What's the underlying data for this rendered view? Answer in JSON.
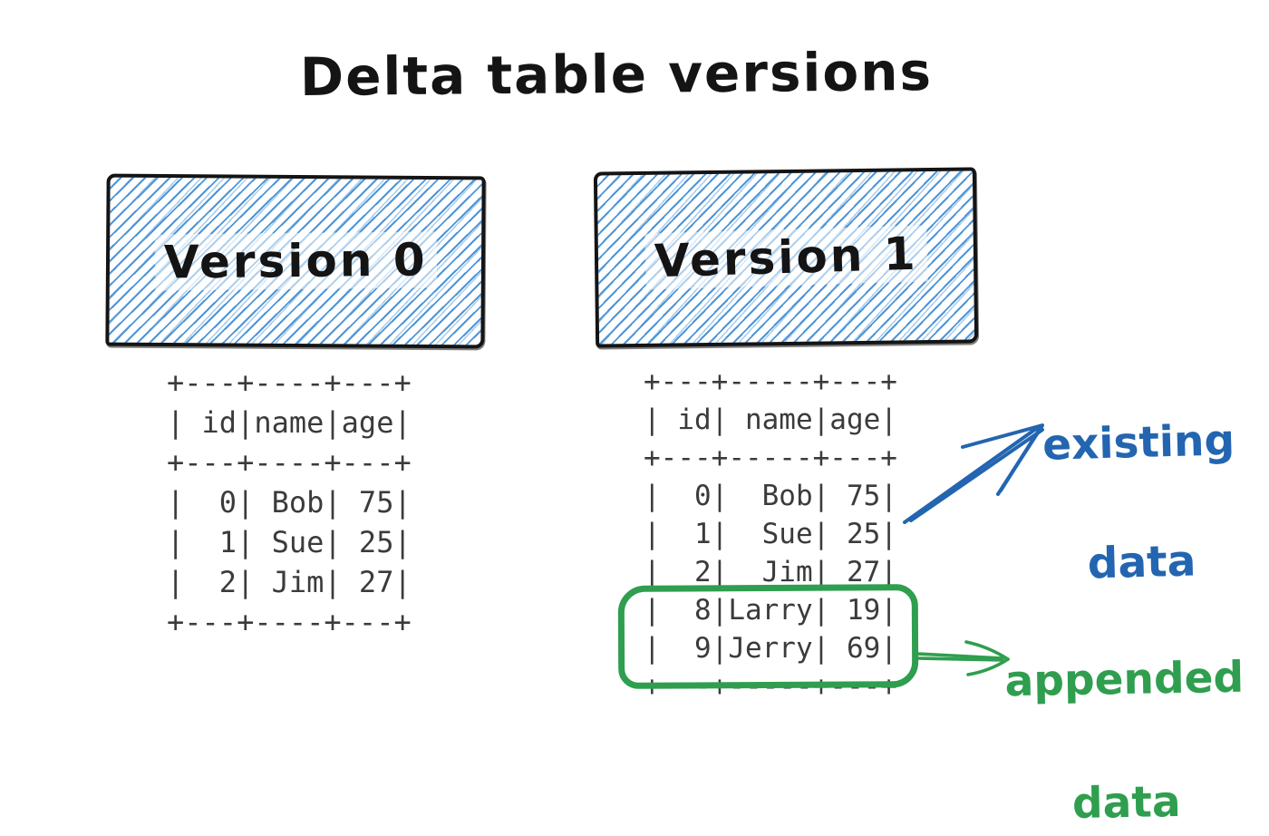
{
  "title": "Delta table versions",
  "colors": {
    "ink": "#141414",
    "hatch_blue": "#4f95d7",
    "hatch_blue_light": "#a8cdec",
    "table_text": "#3b3b3b",
    "annotation_blue": "#2365b0",
    "annotation_green": "#2f9e4f",
    "paper": "#ffffff"
  },
  "version0": {
    "label": "Version 0",
    "columns": [
      "id",
      "name",
      "age"
    ],
    "rows": [
      [
        "0",
        "Bob",
        "75"
      ],
      [
        "1",
        "Sue",
        "25"
      ],
      [
        "2",
        "Jim",
        "27"
      ]
    ],
    "table_ascii": [
      "+---+----+---+",
      "| id|name|age|",
      "+---+----+---+",
      "|  0| Bob| 75|",
      "|  1| Sue| 25|",
      "|  2| Jim| 27|",
      "+---+----+---+"
    ]
  },
  "version1": {
    "label": "Version 1",
    "columns": [
      "id",
      "name",
      "age"
    ],
    "rows": [
      [
        "0",
        "Bob",
        "75"
      ],
      [
        "1",
        "Sue",
        "25"
      ],
      [
        "2",
        "Jim",
        "27"
      ],
      [
        "8",
        "Larry",
        "19"
      ],
      [
        "9",
        "Jerry",
        "69"
      ]
    ],
    "appended_rows": [
      [
        "8",
        "Larry",
        "19"
      ],
      [
        "9",
        "Jerry",
        "69"
      ]
    ],
    "table_ascii": [
      "+---+-----+---+",
      "| id| name|age|",
      "+---+-----+---+",
      "|  0|  Bob| 75|",
      "|  1|  Sue| 25|",
      "|  2|  Jim| 27|",
      "|  8|Larry| 19|",
      "|  9|Jerry| 69|",
      "+---+-----+---+"
    ]
  },
  "annotations": {
    "existing": {
      "line1": "existing",
      "line2": "data"
    },
    "appended": {
      "line1": "appended",
      "line2": "data"
    }
  }
}
